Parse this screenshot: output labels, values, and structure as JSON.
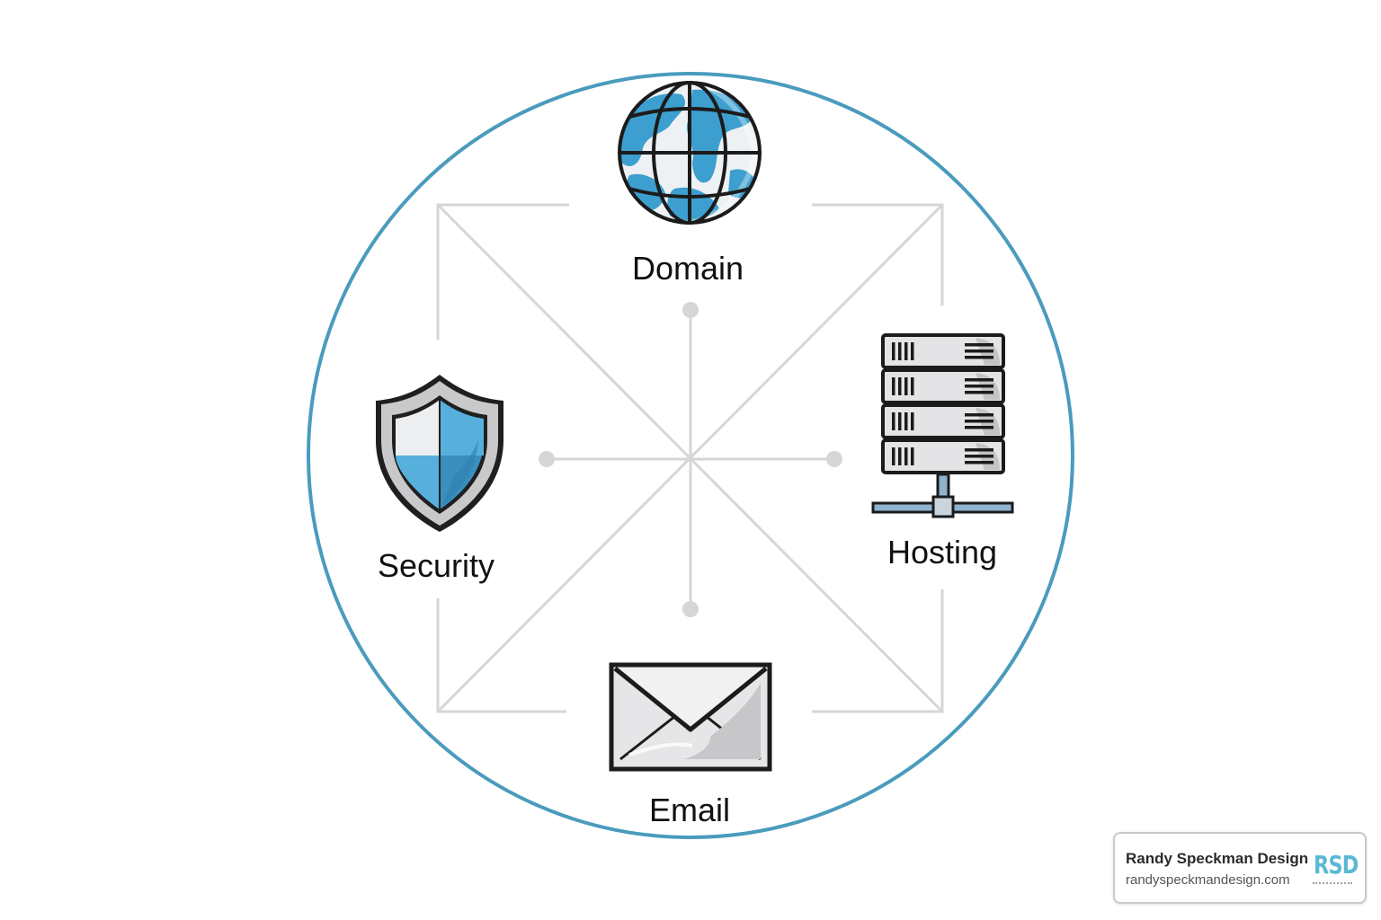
{
  "nodes": {
    "domain": "Domain",
    "security": "Security",
    "hosting": "Hosting",
    "email": "Email"
  },
  "badge": {
    "name": "Randy Speckman Design",
    "url": "randyspeckmandesign.com",
    "logo": "RSD"
  },
  "icons": {
    "domain": "globe-icon",
    "security": "shield-icon",
    "hosting": "server-rack-icon",
    "email": "envelope-icon"
  },
  "colors": {
    "ring": "#4a9bbd",
    "accent_blue": "#3d9fcf",
    "connector": "#d6d6d6",
    "logo": "#5bb8d4"
  }
}
